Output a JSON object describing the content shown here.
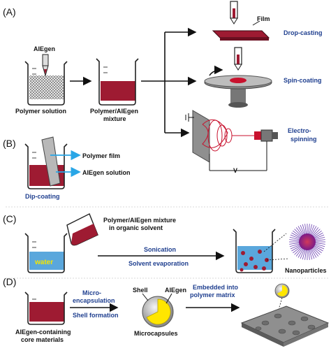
{
  "panels": [
    "(A)",
    "(B)",
    "(C)",
    "(D)"
  ],
  "panel_a": {
    "aiegen": "AIEgen",
    "polymer_solution": "Polymer solution",
    "mixture_line1": "Polymer/AIEgen",
    "mixture_line2": "mixture",
    "film": "Film",
    "drop_casting": "Drop-casting",
    "spin_coating": "Spin-coating",
    "electro_line1": "Electro-",
    "electro_line2": "spinning",
    "voltage": "V"
  },
  "panel_b": {
    "polymer_film": "Polymer film",
    "aiegen_solution": "AIEgen solution",
    "dip_coating": "Dip-coating"
  },
  "panel_c": {
    "mixture_line1": "Polymer/AIEgen mixture",
    "mixture_line2": "in organic solvent",
    "water": "water",
    "sonication": "Sonication",
    "solvent_evaporation": "Solvent evaporation",
    "nanoparticles": "Nanoparticles"
  },
  "panel_d": {
    "core_line1": "AIEgen-containing",
    "core_line2": "core materials",
    "micro_line1": "Micro-",
    "micro_line2": "encapsulation",
    "shell_formation": "Shell formation",
    "shell": "Shell",
    "aiegen": "AIEgen",
    "microcapsules": "Microcapsules",
    "embedded_line1": "Embedded into",
    "embedded_line2": "polymer matrix"
  },
  "colors": {
    "crimson": "#9e1b32",
    "label_blue": "#1f3f8f",
    "water_blue": "#5aa7dc",
    "arrow_cyan": "#29a6e6",
    "core_yellow": "#ffe600"
  }
}
